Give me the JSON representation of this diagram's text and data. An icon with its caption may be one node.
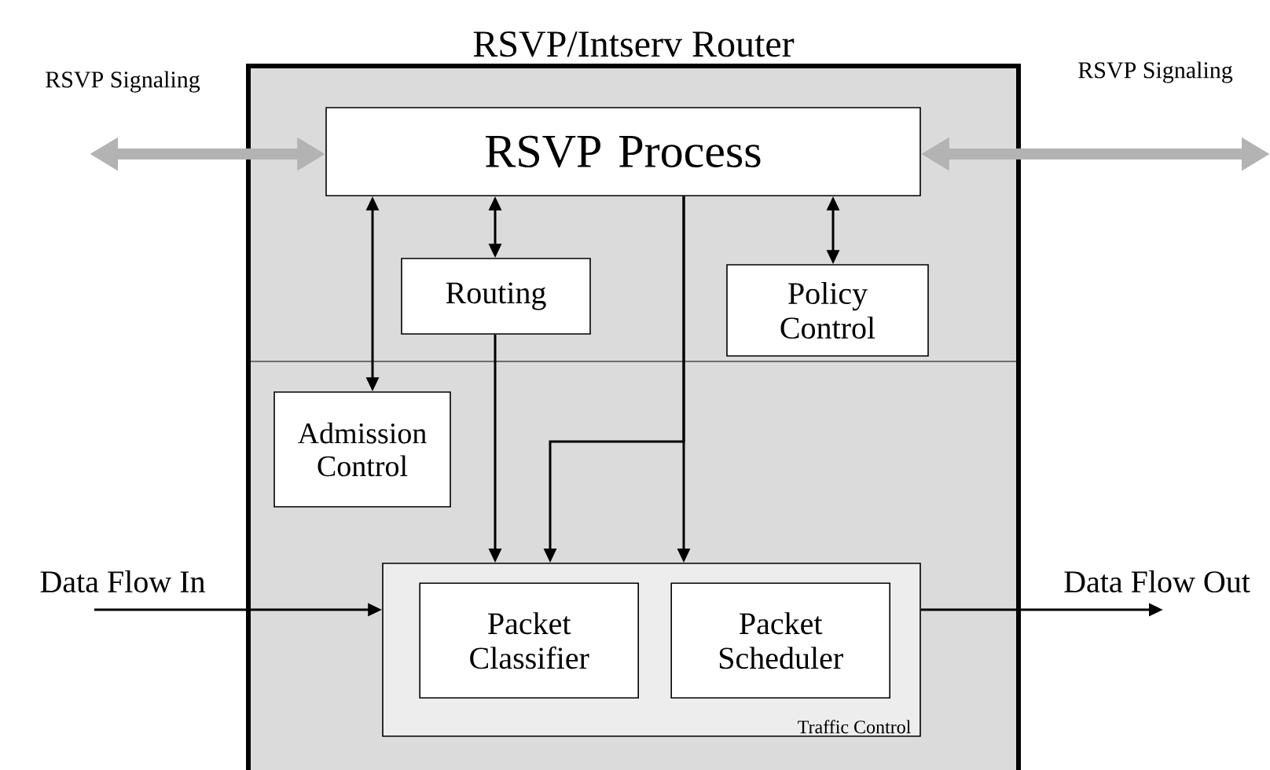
{
  "diagram": {
    "nodes": [
      {
        "text": [
          "RSVP/Intserv Router"
        ]
      },
      {
        "text": [
          "RSVP Process"
        ],
        "in": 0
      },
      {
        "text": [
          "Routing"
        ],
        "in": 0
      },
      {
        "text": [
          "Policy Control"
        ],
        "in": 0
      },
      {
        "text": [
          "Admission Control"
        ],
        "in": 0
      },
      {
        "text": [
          "Traffic Control"
        ],
        "in": 0
      },
      {
        "text": [
          "Packet Classifier"
        ],
        "in": 5
      },
      {
        "text": [
          "Packet Scheduler"
        ],
        "in": 5
      }
    ],
    "edges": [
      {
        "from": null,
        "to": 1,
        "arrow": "both",
        "style": "thick",
        "color": "#b3b3b3"
      },
      {
        "from": 1,
        "to": null,
        "arrow": "both",
        "style": "thick",
        "color": "#b3b3b3"
      },
      {
        "from": 1,
        "to": 4,
        "arrow": "both"
      },
      {
        "from": 1,
        "to": 2,
        "arrow": "both"
      },
      {
        "from": 1,
        "to": 3,
        "arrow": "both"
      },
      {
        "from": 2,
        "to": 5,
        "arrow": "to"
      },
      {
        "from": 1,
        "to": 5,
        "arrow": "to"
      },
      {
        "from": 1,
        "to": 5,
        "arrow": "to"
      },
      {
        "from": null,
        "to": 5,
        "arrow": "to",
        "label": "Data Flow In"
      },
      {
        "from": 5,
        "to": null,
        "arrow": "to",
        "label": "Data Flow Out"
      }
    ],
    "labels": [
      "RSVP Signaling",
      "RSVP Signaling"
    ]
  }
}
